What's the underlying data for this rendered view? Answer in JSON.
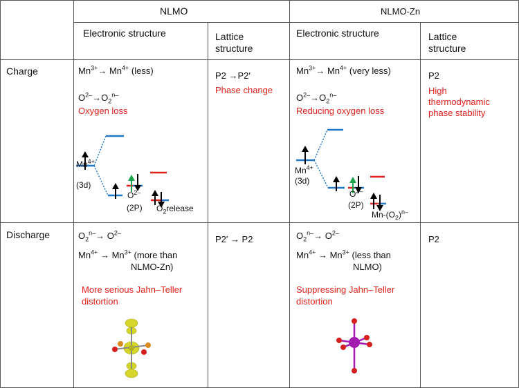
{
  "header": {
    "nlmo": "NLMO",
    "nlmo_zn": "NLMO-Zn",
    "electronic_structure": "Electronic structure",
    "lattice_structure_1": "Lattice",
    "lattice_structure_2": "structure"
  },
  "rows": {
    "charge": "Charge",
    "discharge": "Discharge"
  },
  "charge": {
    "nlmo": {
      "mn_prefix": "Mn",
      "mn_from_sup": "3+",
      "mn_mid": "Mn",
      "mn_to_sup": "4+",
      "mn_note": "(less)",
      "o_prefix": "O",
      "o_from_sup": "2–",
      "o_mid": "O",
      "o_sub": "2",
      "o_sup": "n–",
      "oxygen_loss": "Oxygen loss",
      "lattice": "P2 →P2′",
      "phase_change": "Phase change",
      "diagram": {
        "mn_label": "Mn",
        "mn_sup": "4+",
        "mn_3d": "(3d)",
        "o_label": "O",
        "o_sup": "2–",
        "o_2p": "(2P)",
        "release_o": "O",
        "release_sub": "2",
        "release_text": "release"
      }
    },
    "nlmo_zn": {
      "mn_prefix": "Mn",
      "mn_from_sup": "3+",
      "mn_mid": "Mn",
      "mn_to_sup": "4+",
      "mn_note": "(very less)",
      "o_prefix": "O",
      "o_from_sup": "2–",
      "o_mid": "O",
      "o_sub": "2",
      "o_sup": "n–",
      "reducing": "Reducing oxygen loss",
      "lattice": "P2",
      "stability_1": "High",
      "stability_2": "thermodynamic",
      "stability_3": "phase stability",
      "diagram": {
        "mn_label": "Mn",
        "mn_sup": "4+",
        "mn_3d": "(3d)",
        "o_label": "O",
        "o_sup": "2–",
        "o_2p": "(2P)",
        "complex_text": "Mn-(O",
        "complex_sub": "2",
        "complex_close": ")",
        "complex_sup": "n–"
      }
    }
  },
  "discharge": {
    "nlmo": {
      "o_prefix": "O",
      "o_sub": "2",
      "o_sup": "n–",
      "o_to": "O",
      "o_to_sup": "2–",
      "mn_prefix": "Mn",
      "mn_sup": "4+",
      "mn_to": "Mn",
      "mn_to_sup": "3+",
      "mn_note": "(more than",
      "mn_note_2": "NLMO-Zn)",
      "jt_1": "More serious Jahn–Teller",
      "jt_2": "distortion",
      "lattice": "P2′ → P2"
    },
    "nlmo_zn": {
      "o_prefix": "O",
      "o_sub": "2",
      "o_sup": "n–",
      "o_to": "O",
      "o_to_sup": "2–",
      "mn_prefix": "Mn",
      "mn_sup": "4+",
      "mn_to": "Mn",
      "mn_to_sup": "3+",
      "mn_note": "(less than",
      "mn_note_2": "NLMO)",
      "jt_1": "Suppressing Jahn–Teller",
      "jt_2": "distortion",
      "lattice": "P2"
    }
  },
  "colors": {
    "blue_level": "#1f77c8",
    "red_level": "#e0201b",
    "green_arrow": "#1aa34a",
    "red_text": "#e0201b",
    "yellow_orbital": "#d6d62a",
    "magenta_atom": "#a21caf",
    "red_atom": "#d62020"
  }
}
